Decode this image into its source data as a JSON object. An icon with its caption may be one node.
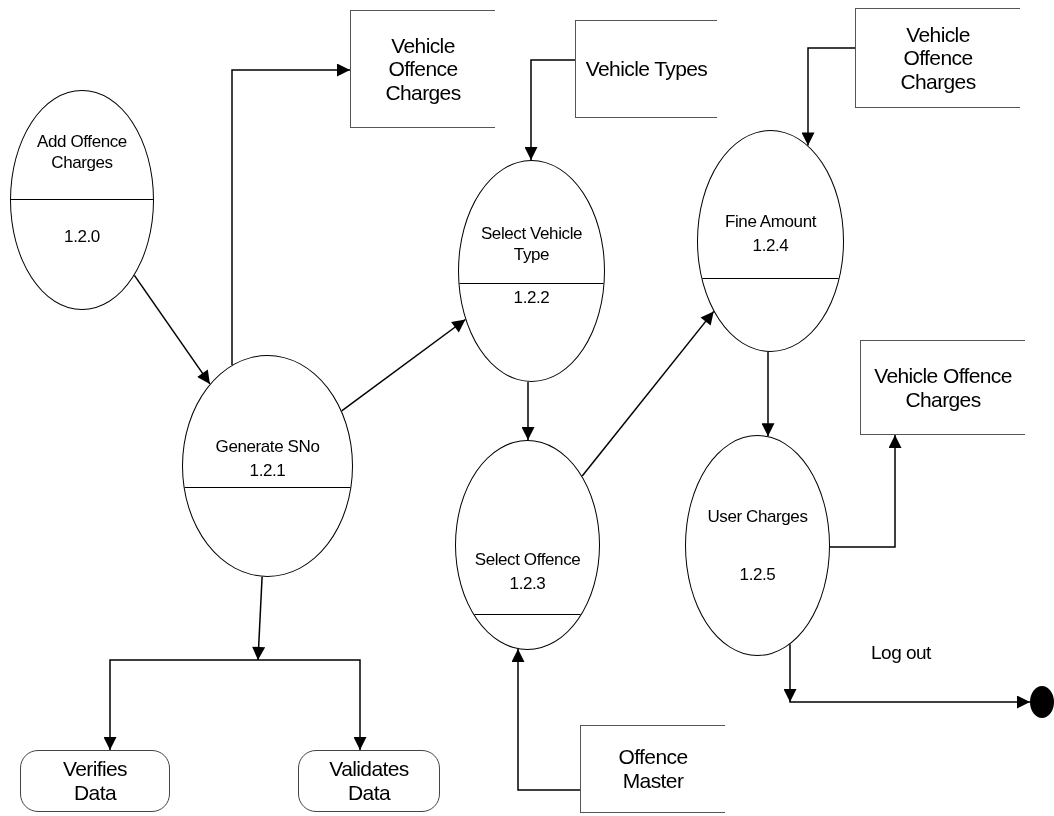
{
  "diagram": {
    "nodes": [
      {
        "text": [
          "Add Offence Charges",
          "1.2.0"
        ]
      },
      {
        "text": [
          "Vehicle Offence Charges"
        ]
      },
      {
        "text": [
          "Vehicle Types"
        ]
      },
      {
        "text": [
          "Vehicle Offence Charges"
        ]
      },
      {
        "text": [
          "Generate SNo",
          "1.2.1"
        ]
      },
      {
        "text": [
          "Select Vehicle Type",
          "1.2.2"
        ]
      },
      {
        "text": [
          "Fine Amount",
          "1.2.4"
        ]
      },
      {
        "text": [
          "Select Offence",
          "1.2.3"
        ]
      },
      {
        "text": [
          "Vehicle Offence Charges"
        ]
      },
      {
        "text": [
          "User Charges",
          "1.2.5"
        ]
      },
      {
        "text": [
          "Verifies Data"
        ]
      },
      {
        "text": [
          "Validates Data"
        ]
      },
      {
        "text": [
          "Offence Master"
        ]
      },
      {
        "text": [],
        "shape": "circle"
      }
    ],
    "edges": [
      {
        "from": 0,
        "to": 4,
        "arrow": "to"
      },
      {
        "from": 4,
        "to": 1,
        "arrow": "to"
      },
      {
        "from": 2,
        "to": 5,
        "arrow": "to"
      },
      {
        "from": 3,
        "to": 6,
        "arrow": "to"
      },
      {
        "from": 4,
        "to": 5,
        "arrow": "to"
      },
      {
        "from": 5,
        "to": 7,
        "arrow": "to"
      },
      {
        "from": 7,
        "to": 6,
        "arrow": "to"
      },
      {
        "from": 6,
        "to": 9,
        "arrow": "to"
      },
      {
        "from": 9,
        "to": 8,
        "arrow": "to"
      },
      {
        "from": 12,
        "to": 7,
        "arrow": "to"
      },
      {
        "from": 4,
        "to": 10,
        "arrow": "to"
      },
      {
        "from": 4,
        "to": 11,
        "arrow": "to"
      },
      {
        "from": 9,
        "to": 13,
        "arrow": "to",
        "label": "Log out"
      }
    ]
  }
}
